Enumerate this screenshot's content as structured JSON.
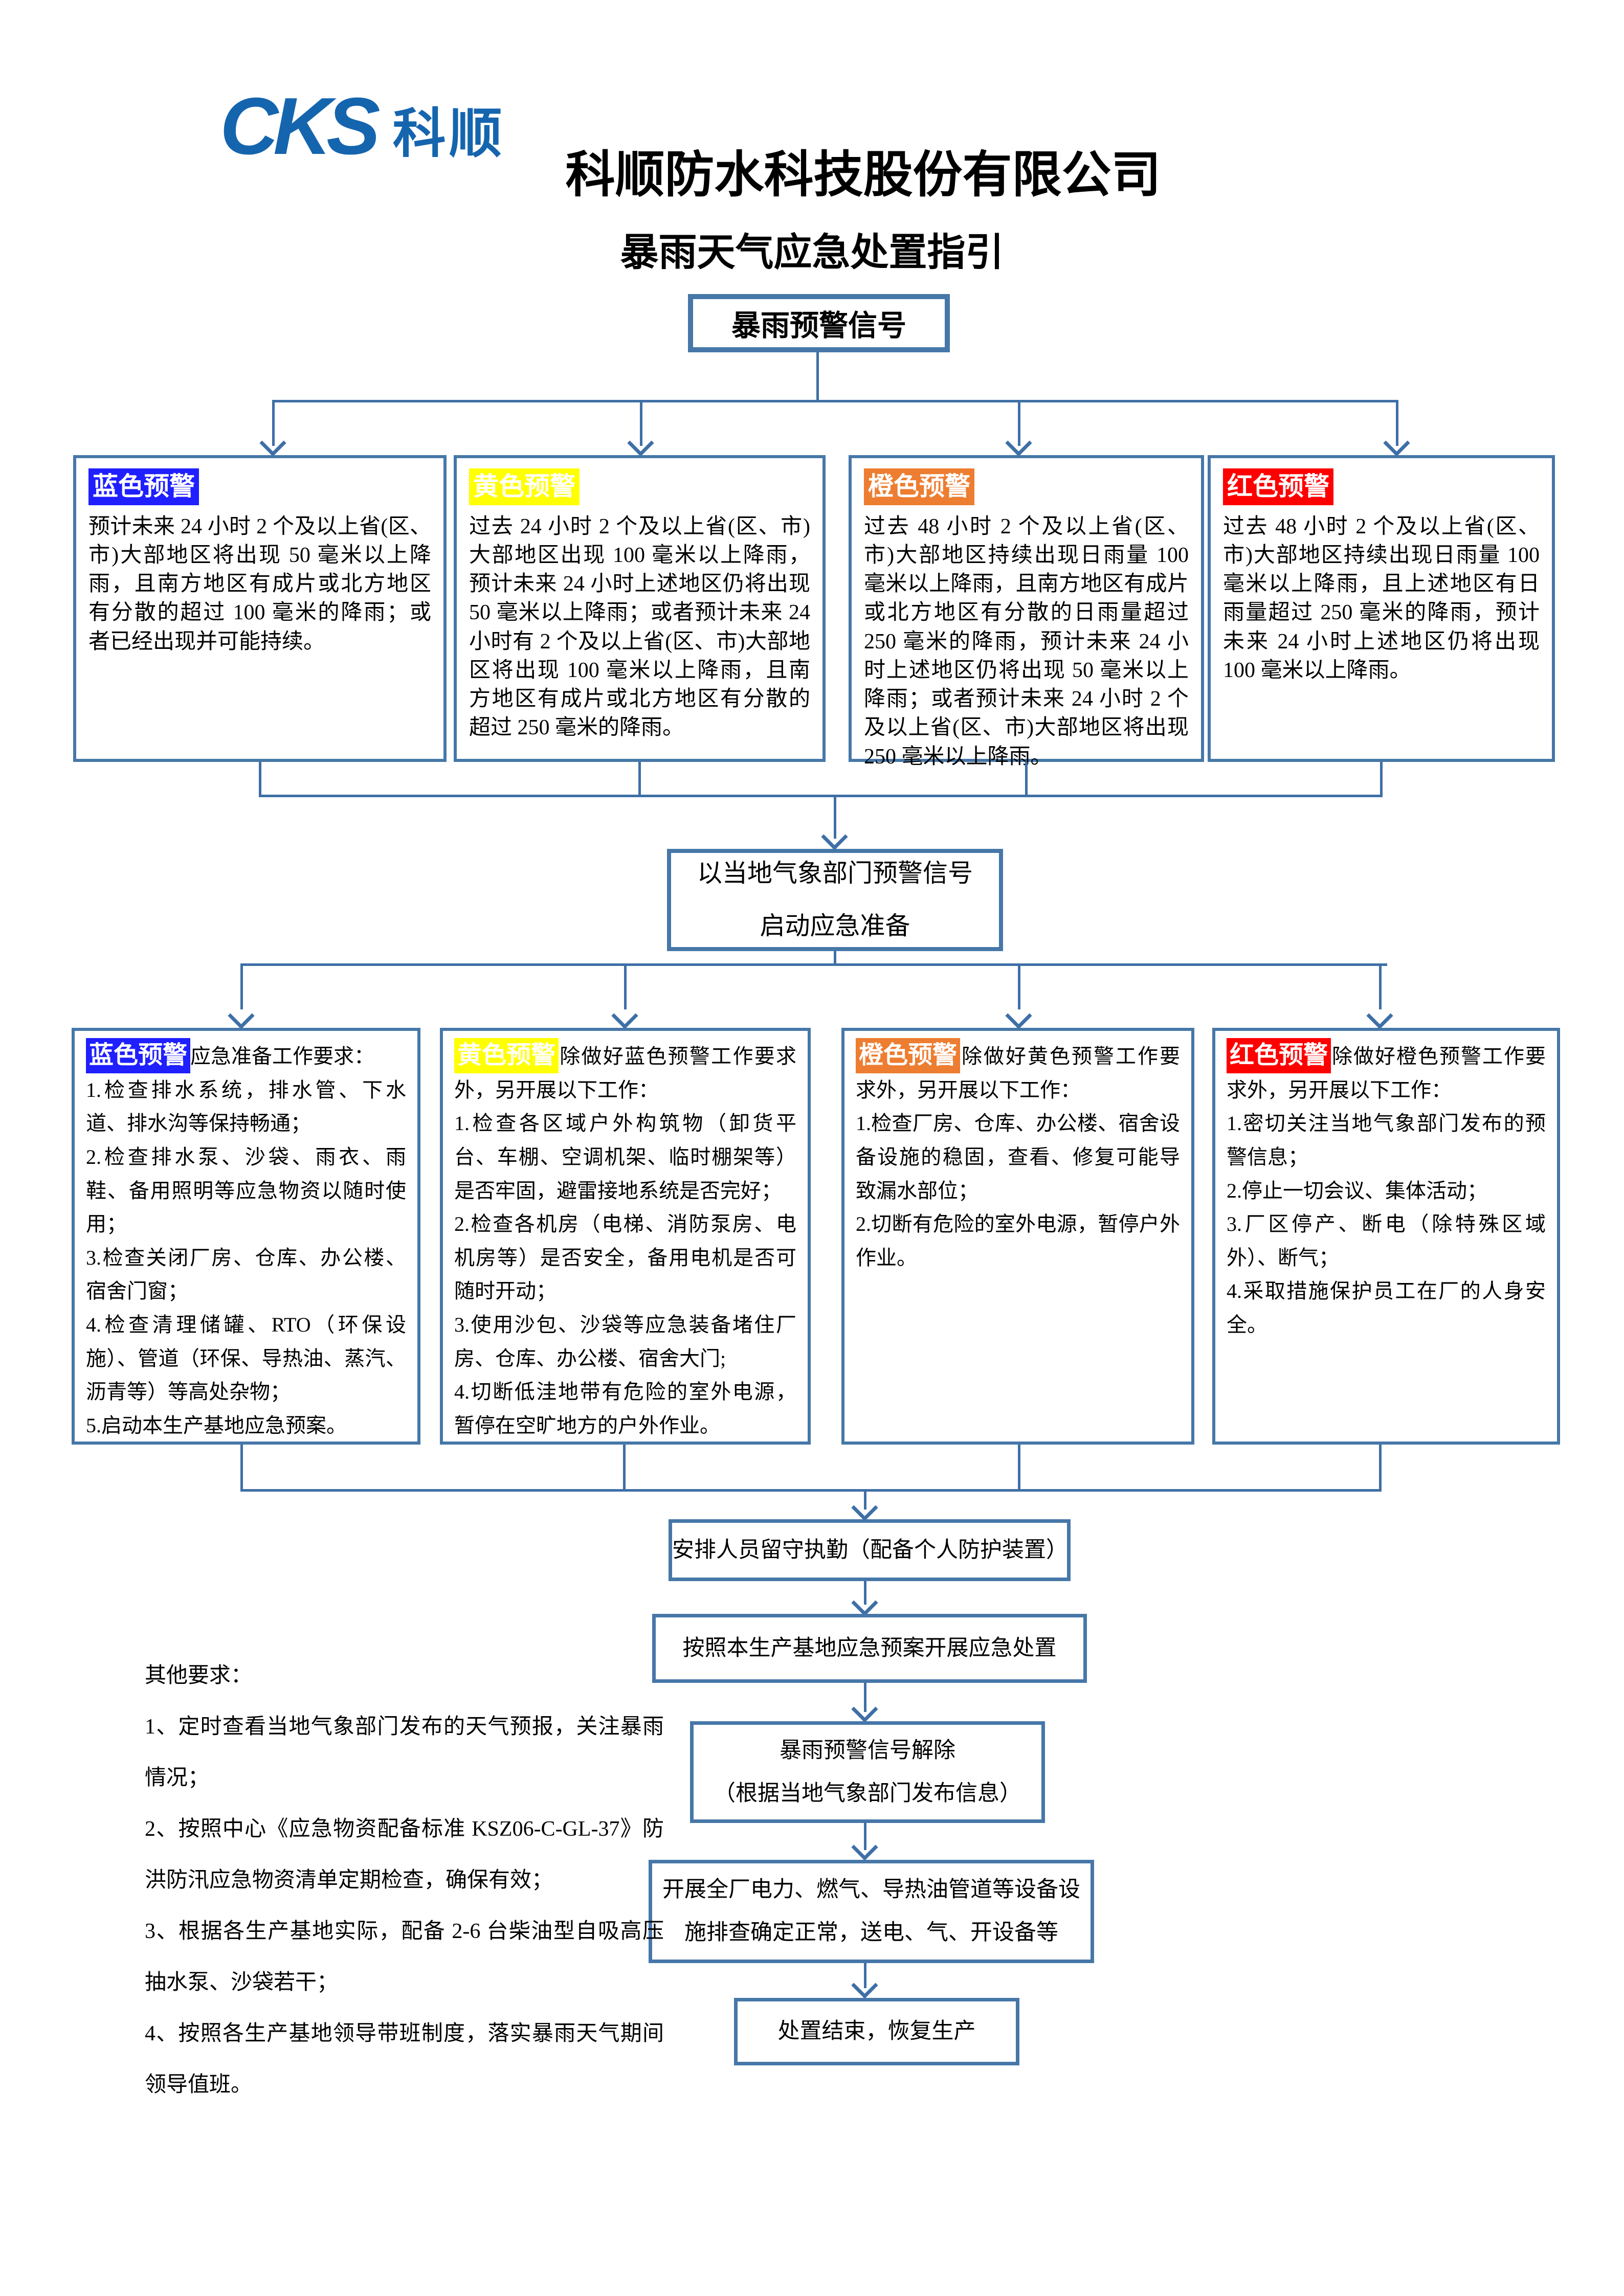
{
  "logo": {
    "text": "CKS",
    "cn": "科顺"
  },
  "header": {
    "company": "科顺防水科技股份有限公司",
    "title": "暴雨天气应急处置指引"
  },
  "colors": {
    "border": "#4677a8",
    "line": "#3e6fa6",
    "blue": "#1f1fff",
    "yellow": "#ffff00",
    "orange": "#ed7d31",
    "red": "#ff0000"
  },
  "flow": {
    "start": "暴雨预警信号",
    "warnings": [
      {
        "label": "蓝色预警",
        "color": "#1f1fff",
        "text": "预计未来 24 小时 2 个及以上省(区、市)大部地区将出现 50 毫米以上降雨，且南方地区有成片或北方地区有分散的超过 100 毫米的降雨；或者已经出现并可能持续。"
      },
      {
        "label": "黄色预警",
        "color": "#ffff00",
        "text": "过去 24 小时 2 个及以上省(区、市)大部地区出现 100 毫米以上降雨，预计未来 24 小时上述地区仍将出现 50 毫米以上降雨；或者预计未来 24 小时有 2 个及以上省(区、市)大部地区将出现 100 毫米以上降雨，且南方地区有成片或北方地区有分散的超过 250 毫米的降雨。"
      },
      {
        "label": "橙色预警",
        "color": "#ed7d31",
        "text": "过去 48 小时 2 个及以上省(区、市)大部地区持续出现日雨量 100 毫米以上降雨，且南方地区有成片或北方地区有分散的日雨量超过 250 毫米的降雨，预计未来 24 小时上述地区仍将出现 50 毫米以上降雨；或者预计未来 24 小时 2 个及以上省(区、市)大部地区将出现 250 毫米以上降雨。"
      },
      {
        "label": "红色预警",
        "color": "#ff0000",
        "text": "过去 48 小时 2 个及以上省(区、市)大部地区持续出现日雨量 100 毫米以上降雨，且上述地区有日雨量超过 250 毫米的降雨，预计未来 24 小时上述地区仍将出现 100 毫米以上降雨。"
      }
    ],
    "prepare_header": "以当地气象部门预警信号\n启动应急准备",
    "preparations": [
      {
        "label": "蓝色预警",
        "color": "#1f1fff",
        "text": "应急准备工作要求：\n1.检查排水系统，排水管、下水道、排水沟等保持畅通；\n2.检查排水泵、沙袋、雨衣、雨鞋、备用照明等应急物资以随时使用；\n3.检查关闭厂房、仓库、办公楼、宿舍门窗；\n4.检查清理储罐、RTO（环保设施）、管道（环保、导热油、蒸汽、沥青等）等高处杂物；\n5.启动本生产基地应急预案。"
      },
      {
        "label": "黄色预警",
        "color": "#ffff00",
        "text": "除做好蓝色预警工作要求外，另开展以下工作：\n1.检查各区域户外构筑物（卸货平台、车棚、空调机架、临时棚架等）是否牢固，避雷接地系统是否完好；\n2.检查各机房（电梯、消防泵房、电机房等）是否安全，备用电机是否可随时开动；\n3.使用沙包、沙袋等应急装备堵住厂房、仓库、办公楼、宿舍大门;\n4.切断低洼地带有危险的室外电源，暂停在空旷地方的户外作业。"
      },
      {
        "label": "橙色预警",
        "color": "#ed7d31",
        "text": "除做好黄色预警工作要求外，另开展以下工作：\n1.检查厂房、仓库、办公楼、宿舍设备设施的稳固，查看、修复可能导致漏水部位；\n2.切断有危险的室外电源，暂停户外作业。"
      },
      {
        "label": "红色预警",
        "color": "#ff0000",
        "text": "除做好橙色预警工作要求外，另开展以下工作：\n1.密切关注当地气象部门发布的预警信息；\n2.停止一切会议、集体活动；\n3.厂区停产、断电（除特殊区域外）、断气；\n4.采取措施保护员工在厂的人身安全。"
      }
    ],
    "steps": [
      "安排人员留守执勤（配备个人防护装置）",
      "按照本生产基地应急预案开展应急处置",
      "暴雨预警信号解除\n（根据当地气象部门发布信息）",
      "开展全厂电力、燃气、导热油管道等设备设\n施排查确定正常，送电、气、开设备等",
      "处置结束，恢复生产"
    ]
  },
  "other": {
    "title": "其他要求：",
    "items": [
      "1、定时查看当地气象部门发布的天气预报，关注暴雨情况；",
      "2、按照中心《应急物资配备标准 KSZ06-C-GL-37》防洪防汛应急物资清单定期检查，确保有效；",
      "3、根据各生产基地实际，配备 2-6 台柴油型自吸高压抽水泵、沙袋若干；",
      "4、按照各生产基地领导带班制度，落实暴雨天气期间领导值班。"
    ]
  }
}
